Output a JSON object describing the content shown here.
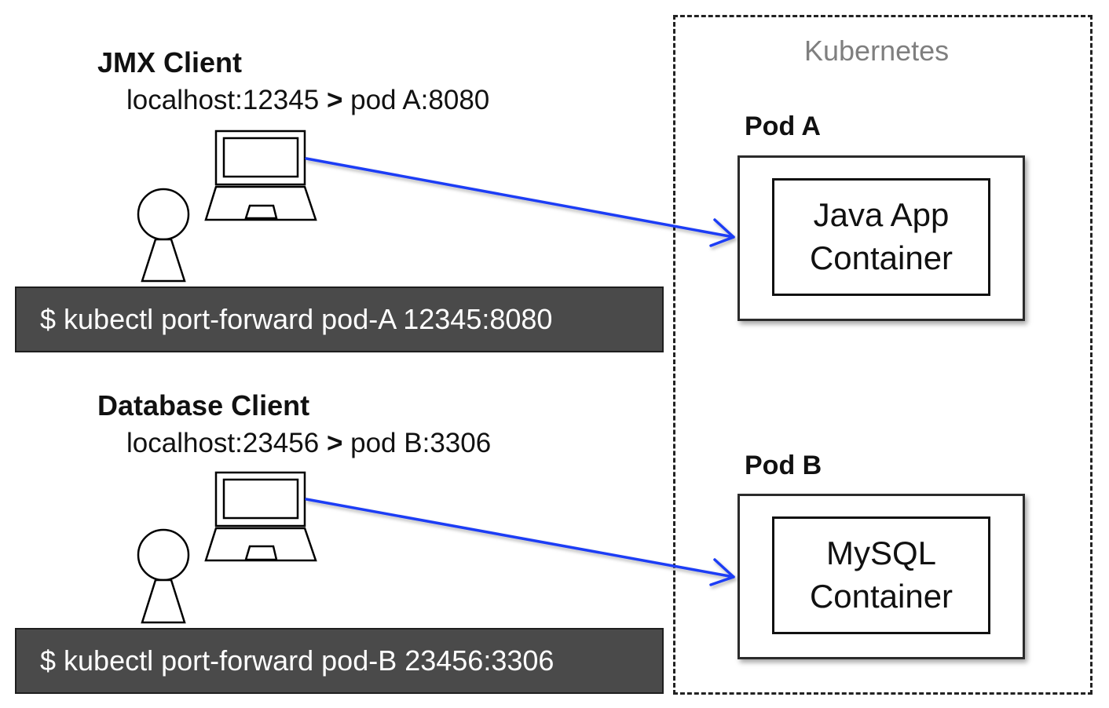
{
  "clients": [
    {
      "title": "JMX Client",
      "mapping_from": "localhost:12345",
      "mapping_sep": ">",
      "mapping_to": "pod A:8080",
      "command": "$ kubectl port-forward pod-A 12345:8080"
    },
    {
      "title": "Database Client",
      "mapping_from": "localhost:23456",
      "mapping_sep": ">",
      "mapping_to": "pod B:3306",
      "command": "$ kubectl port-forward pod-B 23456:3306"
    }
  ],
  "cluster": {
    "label": "Kubernetes",
    "pods": [
      {
        "title": "Pod A",
        "container_line1": "Java App",
        "container_line2": "Container"
      },
      {
        "title": "Pod B",
        "container_line1": "MySQL",
        "container_line2": "Container"
      }
    ]
  },
  "colors": {
    "arrow": "#1f3df5",
    "command_bar": "#4a4a4a",
    "cluster_label": "#7f7f7f"
  }
}
